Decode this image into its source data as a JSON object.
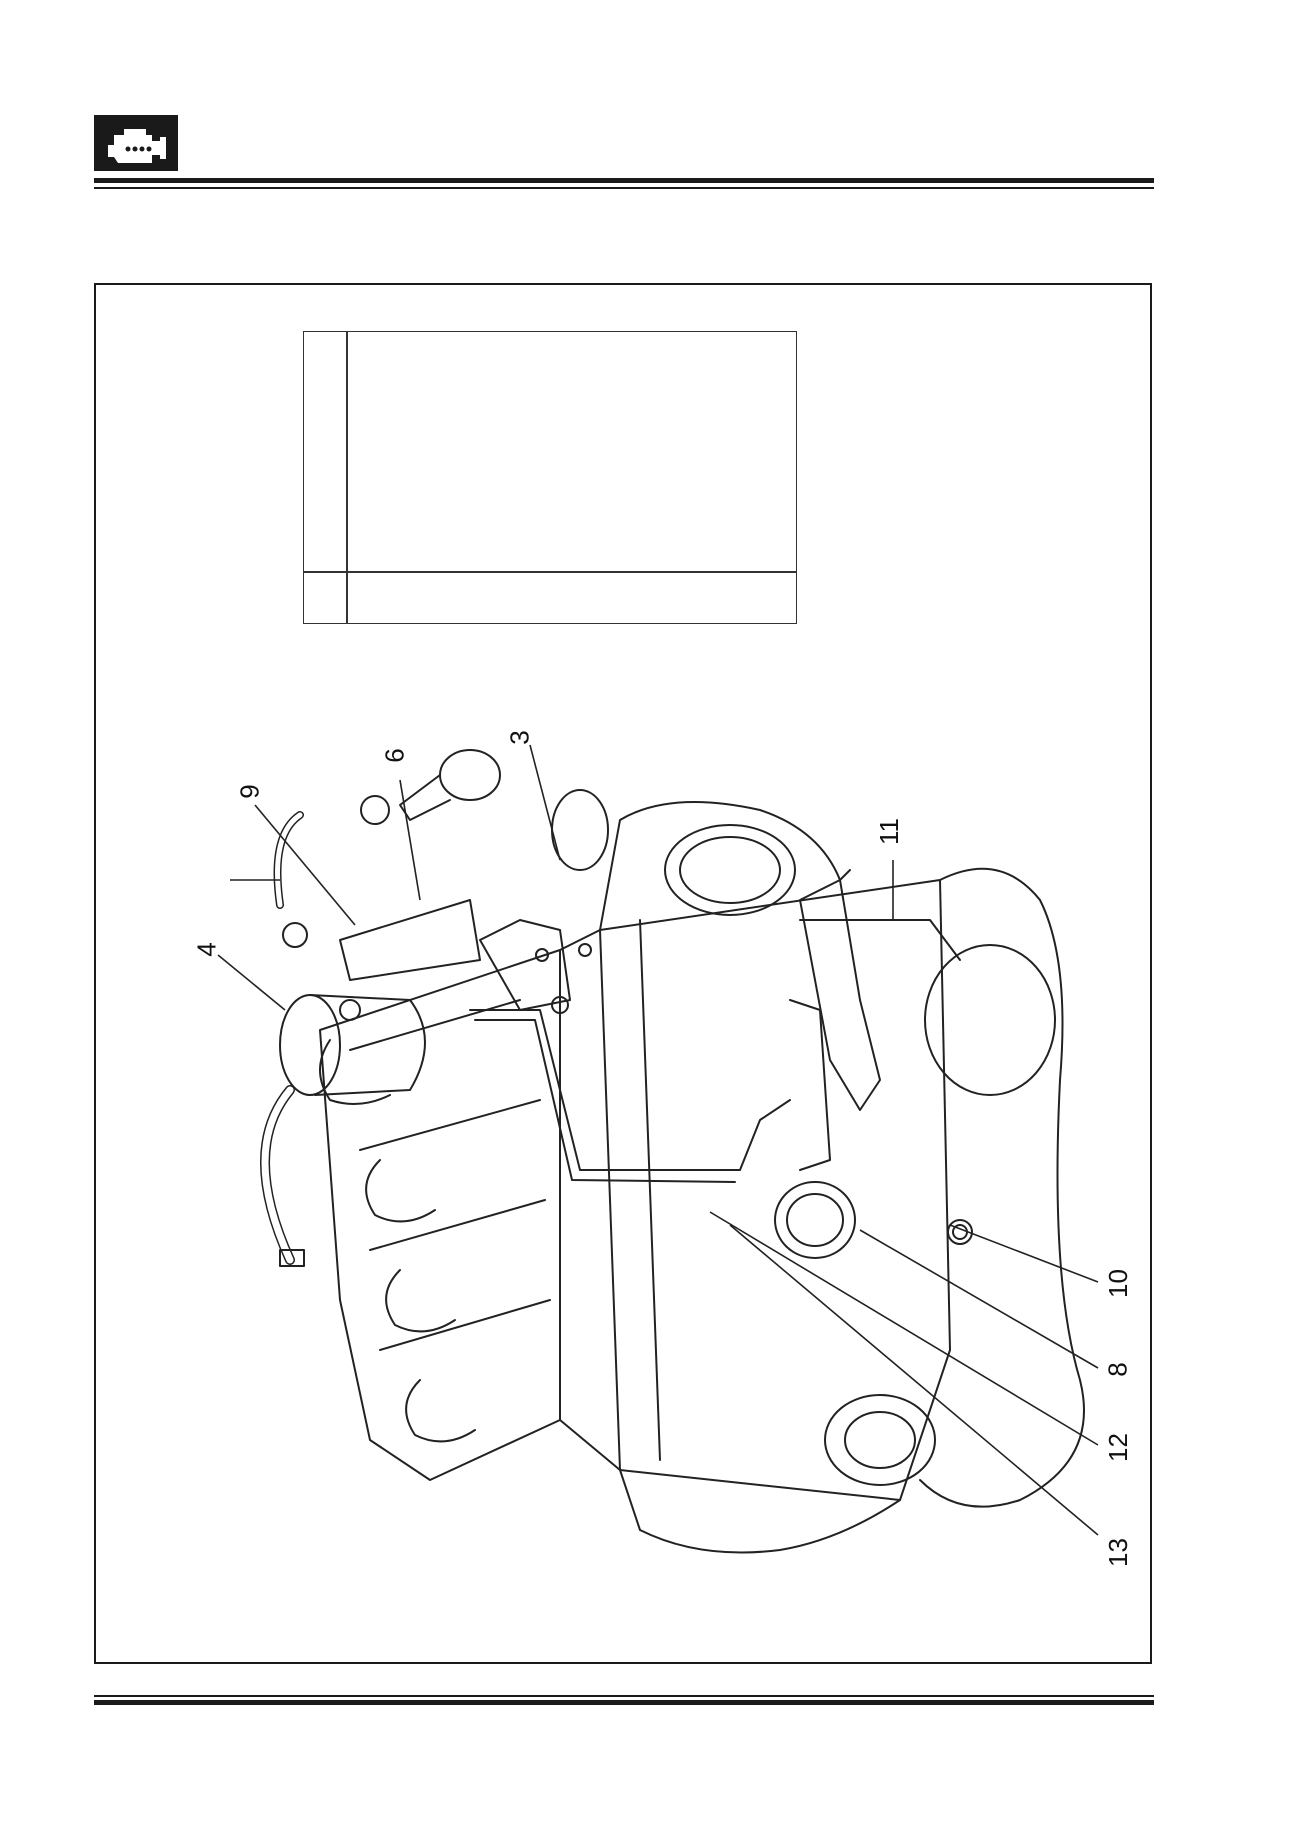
{
  "header": {
    "logo_icon": "engine-icon"
  },
  "callouts": {
    "c3": "3",
    "c4": "4",
    "c6": "6",
    "c8": "8",
    "c9": "9",
    "c10": "10",
    "c11": "11",
    "c12": "12",
    "c13": "13"
  }
}
